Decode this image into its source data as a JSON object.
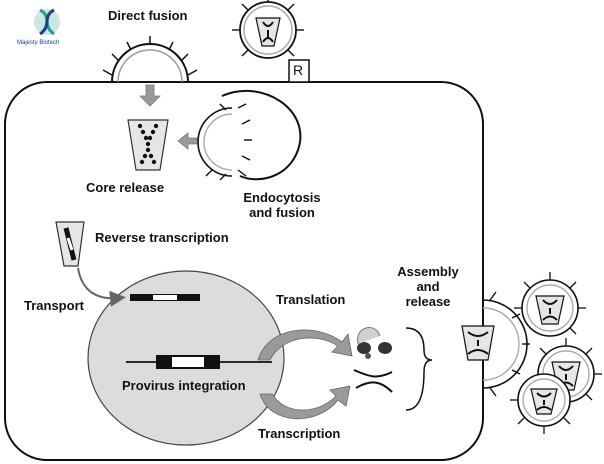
{
  "logo": {
    "line1": "Majesty Biotech",
    "line2": ""
  },
  "labels": {
    "direct_fusion": "Direct fusion",
    "receptor": "R",
    "core_release": "Core release",
    "endocytosis_line1": "Endocytosis",
    "endocytosis_line2": "and fusion",
    "reverse_transcription": "Reverse transcription",
    "transport": "Transport",
    "translation": "Translation",
    "assembly_line1": "Assembly",
    "assembly_line2": "and",
    "assembly_line3": "release",
    "provirus_integration": "Provirus integration",
    "transcription": "Transcription"
  },
  "colors": {
    "outline": "#111111",
    "nucleus": "#dcdcdc",
    "capsid_fill": "#e6e6e6",
    "arrow_gray": "#9a9a9a",
    "logo_teal": "#2a9d8f",
    "logo_navy": "#1a3f8a"
  }
}
